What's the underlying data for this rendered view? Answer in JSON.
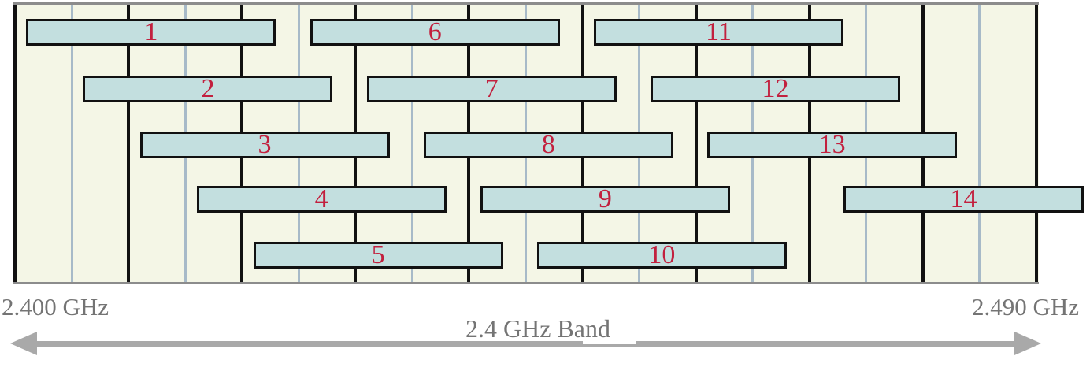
{
  "diagram": {
    "band": {
      "name_label": "2.4 GHz Band",
      "start_frequency_label": "2.400 GHz",
      "end_frequency_label": "2.490 GHz",
      "start_ghz": 2.4,
      "end_ghz": 2.49
    },
    "grid": {
      "major_line_step_mhz": 10,
      "minor_line_step_mhz": 5
    },
    "channel_width_mhz": 22,
    "channels": [
      {
        "label": "1",
        "center_ghz": 2.412,
        "row": 1
      },
      {
        "label": "2",
        "center_ghz": 2.417,
        "row": 2
      },
      {
        "label": "3",
        "center_ghz": 2.422,
        "row": 3
      },
      {
        "label": "4",
        "center_ghz": 2.427,
        "row": 4
      },
      {
        "label": "5",
        "center_ghz": 2.432,
        "row": 5
      },
      {
        "label": "6",
        "center_ghz": 2.437,
        "row": 1
      },
      {
        "label": "7",
        "center_ghz": 2.442,
        "row": 2
      },
      {
        "label": "8",
        "center_ghz": 2.447,
        "row": 3
      },
      {
        "label": "9",
        "center_ghz": 2.452,
        "row": 4
      },
      {
        "label": "10",
        "center_ghz": 2.457,
        "row": 5
      },
      {
        "label": "11",
        "center_ghz": 2.462,
        "row": 1
      },
      {
        "label": "12",
        "center_ghz": 2.467,
        "row": 2
      },
      {
        "label": "13",
        "center_ghz": 2.472,
        "row": 3
      },
      {
        "label": "14",
        "center_ghz": 2.484,
        "row": 4
      }
    ]
  },
  "colors": {
    "plot_background": "#f4f6e6",
    "bar_fill": "#c3dfdf",
    "bar_border": "#111111",
    "major_grid_line": "#111111",
    "minor_grid_line": "#a7bac8",
    "channel_number": "#c2203e",
    "axis_text": "#747474",
    "arrow": "#a9a9a9",
    "box_horizontal_border": "#8c8c8c"
  }
}
